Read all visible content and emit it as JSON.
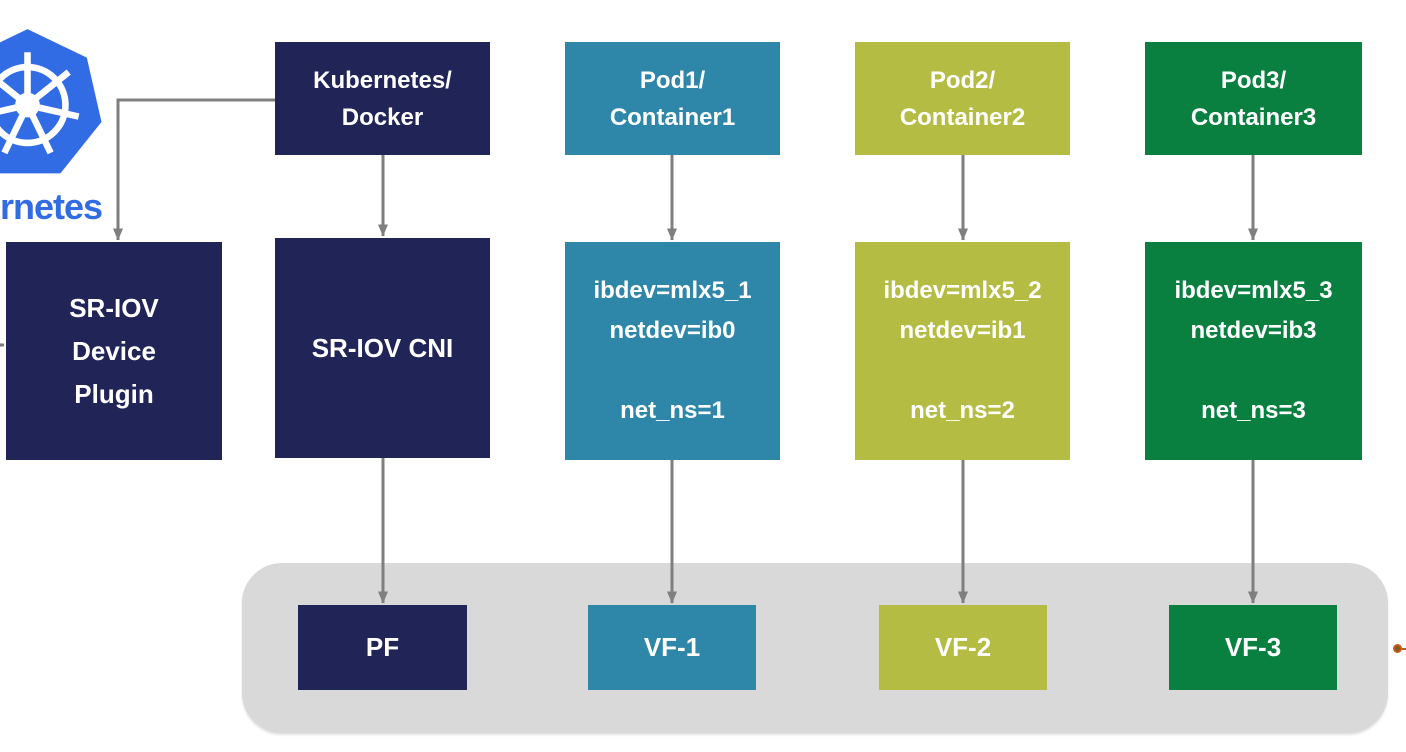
{
  "diagram": {
    "logo": {
      "visible_text": "rnetes",
      "brand_color": "#326CE5"
    },
    "nodes": {
      "kubernetes_docker": {
        "label": "Kubernetes/\nDocker",
        "color": "#212457"
      },
      "pod1": {
        "label": "Pod1/\nContainer1",
        "color": "#2E86A8"
      },
      "pod2": {
        "label": "Pod2/\nContainer2",
        "color": "#B4BC44"
      },
      "pod3": {
        "label": "Pod3/\nContainer3",
        "color": "#0A8040"
      },
      "sriov_device_plugin": {
        "label": "SR-IOV\nDevice\nPlugin",
        "color": "#212457"
      },
      "sriov_cni": {
        "label": "SR-IOV CNI",
        "color": "#212457"
      },
      "pod1_config": {
        "label": "ibdev=mlx5_1\nnetdev=ib0\n\nnet_ns=1",
        "color": "#2E86A8"
      },
      "pod2_config": {
        "label": "ibdev=mlx5_2\nnetdev=ib1\n\nnet_ns=2",
        "color": "#B4BC44"
      },
      "pod3_config": {
        "label": "ibdev=mlx5_3\nnetdev=ib3\n\nnet_ns=3",
        "color": "#0A8040"
      },
      "pf": {
        "label": "PF",
        "color": "#212457"
      },
      "vf1": {
        "label": "VF-1",
        "color": "#2E86A8"
      },
      "vf2": {
        "label": "VF-2",
        "color": "#B4BC44"
      },
      "vf3": {
        "label": "VF-3",
        "color": "#0A8040"
      }
    },
    "edges": [
      {
        "from": "kubernetes_docker",
        "to": "sriov_device_plugin"
      },
      {
        "from": "kubernetes_docker",
        "to": "sriov_cni"
      },
      {
        "from": "offscreen_left",
        "to": "sriov_device_plugin"
      },
      {
        "from": "pod1",
        "to": "pod1_config"
      },
      {
        "from": "pod2",
        "to": "pod2_config"
      },
      {
        "from": "pod3",
        "to": "pod3_config"
      },
      {
        "from": "sriov_cni",
        "to": "pf"
      },
      {
        "from": "pod1_config",
        "to": "vf1"
      },
      {
        "from": "pod2_config",
        "to": "vf2"
      },
      {
        "from": "pod3_config",
        "to": "vf3"
      }
    ],
    "palette": {
      "navy": "#212457",
      "teal": "#2E86A8",
      "olive_green": "#B4BC44",
      "green": "#0A8040",
      "nic_group_gray": "#D9D9D9",
      "arrow_gray": "#7F7F7F",
      "connection_point_orange": "#C55A11",
      "text_white": "#FFFFFF"
    }
  }
}
